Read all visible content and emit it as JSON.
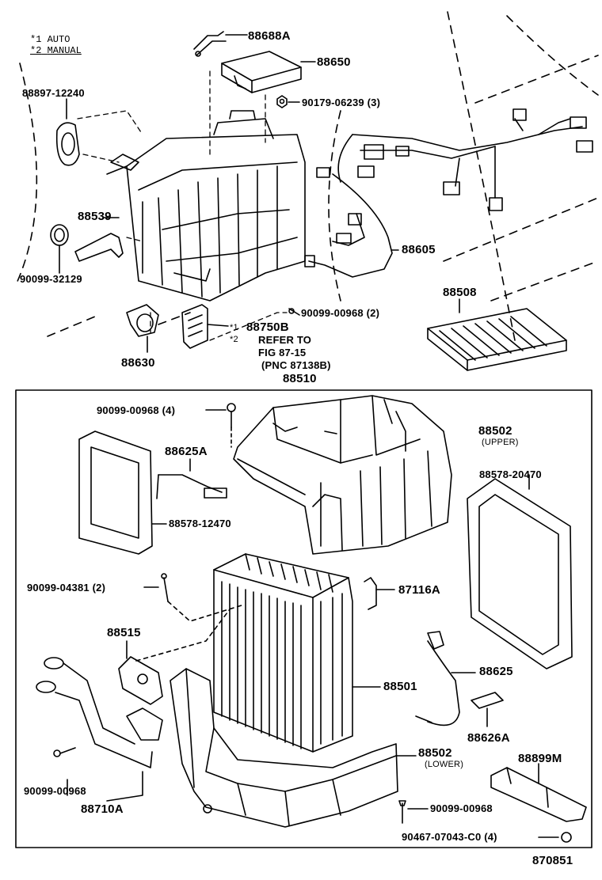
{
  "legend": [
    {
      "mark": "*1",
      "text": "AUTO"
    },
    {
      "mark": "*2",
      "text": "MANUAL"
    }
  ],
  "labels": {
    "l88688A": "88688A",
    "l88650": "88650",
    "l90179": "90179-06239 (3)",
    "l88897": "88897-12240",
    "l88539": "88539",
    "l90099_32129": "90099-32129",
    "l88605": "88605",
    "l88508": "88508",
    "l90099_00968_2": "90099-00968 (2)",
    "l88630": "88630",
    "l88750B_m1": "*1",
    "l88750B_m2": "*2",
    "l88750B": "88750B",
    "l88750B_ref1": "REFER TO",
    "l88750B_ref2": "FIG 87-15",
    "l88750B_ref3": "(PNC 87138B)",
    "l88510": "88510",
    "l90099_00968_4": "90099-00968 (4)",
    "l88502u": "88502",
    "l88502u_sub": "(UPPER)",
    "l88625A": "88625A",
    "l88578_20470": "88578-20470",
    "l88578_12470": "88578-12470",
    "l90099_04381": "90099-04381 (2)",
    "l87116A": "87116A",
    "l88515": "88515",
    "l88625": "88625",
    "l88501": "88501",
    "l88626A": "88626A",
    "l88502l": "88502",
    "l88502l_sub": "(LOWER)",
    "l88899M": "88899M",
    "l90099_00968_a": "90099-00968",
    "l88710A": "88710A",
    "l90099_00968_b": "90099-00968",
    "l90467": "90467-07043-C0 (4)",
    "l870851": "870851"
  }
}
